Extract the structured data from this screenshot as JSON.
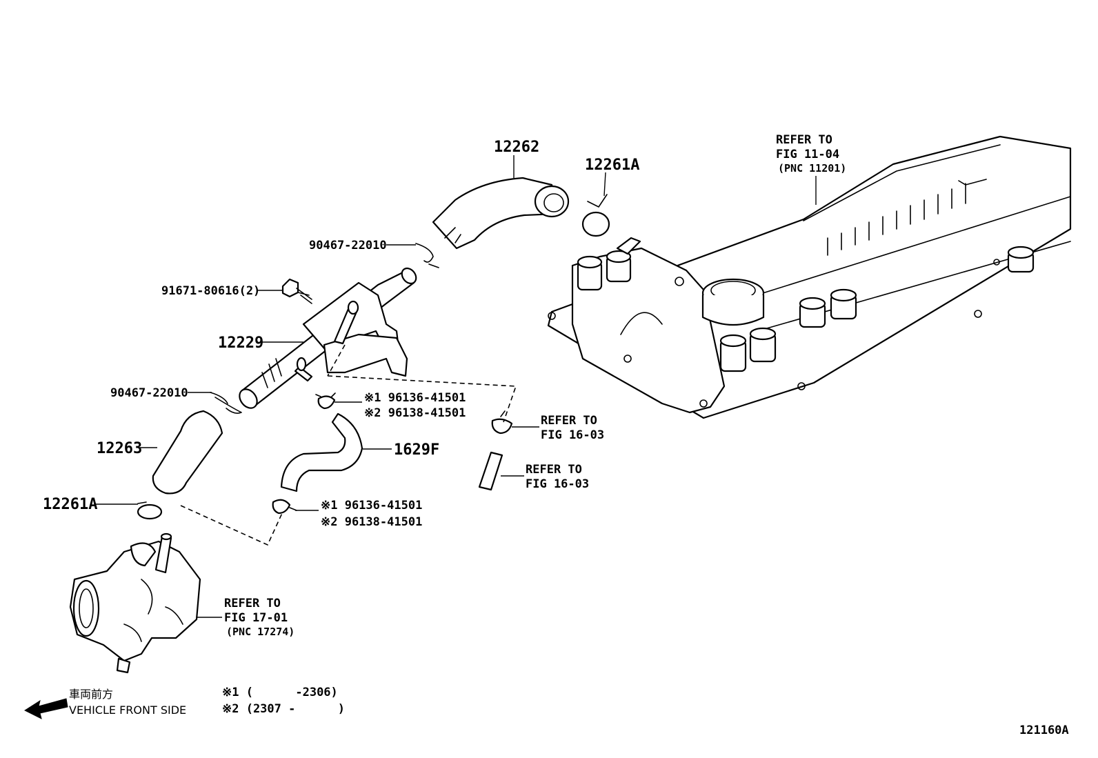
{
  "parts": {
    "p12262": "12262",
    "p12261A_top": "12261A",
    "p12261A_bottom": "12261A",
    "p12229": "12229",
    "p12263": "12263",
    "p1629F": "1629F",
    "clip_upper": "90467-22010",
    "clip_lower": "90467-22010",
    "bolt": "91671-80616(2)",
    "clamp_a1": "※1 96136-41501",
    "clamp_a2": "※2 96138-41501",
    "clamp_b1": "※1 96136-41501",
    "clamp_b2": "※2 96138-41501"
  },
  "refs": {
    "cover_line1": "REFER TO",
    "cover_line2": "FIG 11-04",
    "cover_line3": "(PNC 11201)",
    "clamp_line1": "REFER TO",
    "clamp_line2": "FIG 16-03",
    "hose_line1": "REFER TO",
    "hose_line2": "FIG 16-03",
    "pump_line1": "REFER TO",
    "pump_line2": "FIG 17-01",
    "pump_line3": "(PNC 17274)"
  },
  "legend": {
    "front_jp": "車両前方",
    "front_en": "VEHICLE FRONT SIDE",
    "note1": "※1 (      -2306)",
    "note2": "※2 (2307 -      )"
  },
  "figure_id": "121160A",
  "icons": [
    "front-arrow-icon"
  ]
}
